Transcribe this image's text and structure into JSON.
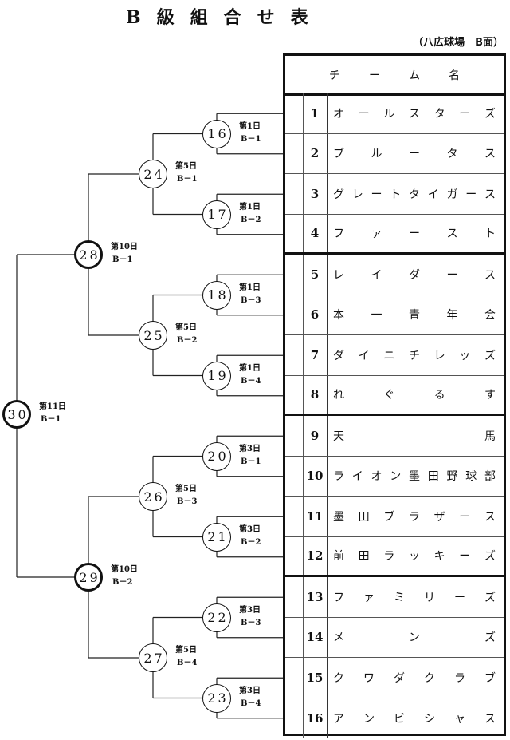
{
  "title": [
    "B",
    "級",
    "組",
    "合",
    "せ",
    "表"
  ],
  "venue": "（八広球場　B面）",
  "table_header": [
    "チ",
    "ー",
    "ム",
    "名"
  ],
  "teams": [
    {
      "no": "1",
      "name": [
        "オ",
        "ー",
        "ル",
        "ス",
        "タ",
        "ー",
        "ズ"
      ]
    },
    {
      "no": "2",
      "name": [
        "ブ",
        "ル",
        "ー",
        "タ",
        "ス"
      ]
    },
    {
      "no": "3",
      "name": [
        "グ",
        "レ",
        "ー",
        "ト",
        "タ",
        "イ",
        "ガ",
        "ー",
        "ス"
      ]
    },
    {
      "no": "4",
      "name": [
        "フ",
        "ァ",
        "ー",
        "ス",
        "ト"
      ]
    },
    {
      "no": "5",
      "name": [
        "レ",
        "イ",
        "ダ",
        "ー",
        "ス"
      ]
    },
    {
      "no": "6",
      "name": [
        "本",
        "一",
        "青",
        "年",
        "会"
      ]
    },
    {
      "no": "7",
      "name": [
        "ダ",
        "イ",
        "ニ",
        "チ",
        "レ",
        "ッ",
        "ズ"
      ]
    },
    {
      "no": "8",
      "name": [
        "れ",
        "ぐ",
        "る",
        "す"
      ]
    },
    {
      "no": "9",
      "name": [
        "天",
        "馬"
      ]
    },
    {
      "no": "10",
      "name": [
        "ラ",
        "イ",
        "オ",
        "ン",
        "墨",
        "田",
        "野",
        "球",
        "部"
      ]
    },
    {
      "no": "11",
      "name": [
        "墨",
        "田",
        "ブ",
        "ラ",
        "ザ",
        "ー",
        "ス"
      ]
    },
    {
      "no": "12",
      "name": [
        "前",
        "田",
        "ラ",
        "ッ",
        "キ",
        "ー",
        "ズ"
      ]
    },
    {
      "no": "13",
      "name": [
        "フ",
        "ァ",
        "ミ",
        "リ",
        "ー",
        "ズ"
      ]
    },
    {
      "no": "14",
      "name": [
        "メ",
        "ン",
        "ズ"
      ]
    },
    {
      "no": "15",
      "name": [
        "ク",
        "ワ",
        "ダ",
        "ク",
        "ラ",
        "ブ"
      ]
    },
    {
      "no": "16",
      "name": [
        "ア",
        "ン",
        "ビ",
        "シ",
        "ャ",
        "ス"
      ]
    }
  ],
  "matches": [
    {
      "id": "16",
      "round": 1,
      "day": "第1日",
      "slot": "B－1",
      "teams": [
        1,
        2
      ]
    },
    {
      "id": "17",
      "round": 1,
      "day": "第1日",
      "slot": "B－2",
      "teams": [
        3,
        4
      ]
    },
    {
      "id": "18",
      "round": 1,
      "day": "第1日",
      "slot": "B－3",
      "teams": [
        5,
        6
      ]
    },
    {
      "id": "19",
      "round": 1,
      "day": "第1日",
      "slot": "B－4",
      "teams": [
        7,
        8
      ]
    },
    {
      "id": "20",
      "round": 1,
      "day": "第3日",
      "slot": "B－1",
      "teams": [
        9,
        10
      ]
    },
    {
      "id": "21",
      "round": 1,
      "day": "第3日",
      "slot": "B－2",
      "teams": [
        11,
        12
      ]
    },
    {
      "id": "22",
      "round": 1,
      "day": "第3日",
      "slot": "B－3",
      "teams": [
        13,
        14
      ]
    },
    {
      "id": "23",
      "round": 1,
      "day": "第3日",
      "slot": "B－4",
      "teams": [
        15,
        16
      ]
    },
    {
      "id": "24",
      "round": 2,
      "day": "第5日",
      "slot": "B－1",
      "from": [
        "16",
        "17"
      ]
    },
    {
      "id": "25",
      "round": 2,
      "day": "第5日",
      "slot": "B－2",
      "from": [
        "18",
        "19"
      ]
    },
    {
      "id": "26",
      "round": 2,
      "day": "第5日",
      "slot": "B－3",
      "from": [
        "20",
        "21"
      ]
    },
    {
      "id": "27",
      "round": 2,
      "day": "第5日",
      "slot": "B－4",
      "from": [
        "22",
        "23"
      ]
    },
    {
      "id": "28",
      "round": 3,
      "day": "第10日",
      "slot": "B－1",
      "from": [
        "24",
        "25"
      ]
    },
    {
      "id": "29",
      "round": 3,
      "day": "第10日",
      "slot": "B－2",
      "from": [
        "26",
        "27"
      ]
    },
    {
      "id": "30",
      "round": 4,
      "day": "第11日",
      "slot": "B－1",
      "from": [
        "28",
        "29"
      ]
    }
  ]
}
